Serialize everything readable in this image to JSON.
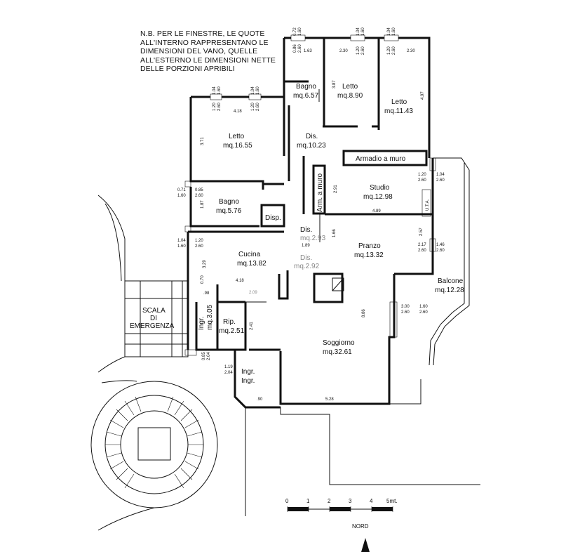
{
  "note": {
    "lines": [
      "N.B. PER LE FINESTRE, LE QUOTE",
      "ALL'INTERNO RAPPRESENTANO LE",
      "DIMENSIONI DEL VANO, QUELLE",
      "ALL'ESTERNO LE DIMENSIONI NETTE",
      "DELLE PORZIONI APRIBILI"
    ]
  },
  "rooms": {
    "bagno_top": {
      "name": "Bagno",
      "area": "mq.6.57"
    },
    "letto_mid": {
      "name": "Letto",
      "area": "mq.8.90"
    },
    "letto_right": {
      "name": "Letto",
      "area": "mq.11.43"
    },
    "letto_big": {
      "name": "Letto",
      "area": "mq.16.55"
    },
    "dis_top": {
      "name": "Dis.",
      "area": "mq.10.23"
    },
    "armadio": {
      "name": "Armadio a muro"
    },
    "arm_muro": {
      "name": "Arm. a muro"
    },
    "studio": {
      "name": "Studio",
      "area": "mq.12.98"
    },
    "bagno_small": {
      "name": "Bagno",
      "area": "mq.5.76"
    },
    "disp": {
      "name": "Disp."
    },
    "dis_mid": {
      "name": "Dis.",
      "area": "mq.2.93"
    },
    "cucina": {
      "name": "Cucina",
      "area": "mq.13.82"
    },
    "dis_low": {
      "name": "Dis.",
      "area": "mq.2.92"
    },
    "pranzo": {
      "name": "Pranzo",
      "area": "mq.13.32"
    },
    "balcone": {
      "name": "Balcone",
      "area": "mq.12.28"
    },
    "ingr_vert": {
      "name": "Ingr.",
      "area": "mq.3.05"
    },
    "rip": {
      "name": "Rip.",
      "area": "mq.2.51"
    },
    "soggiorno": {
      "name": "Soggiorno",
      "area": "mq.32.61"
    },
    "ingr_a": {
      "name": "Ingr."
    },
    "ingr_b": {
      "name": "Ingr."
    },
    "scala": {
      "line1": "SCALA",
      "line2": "DI",
      "line3": "EMERGENZA"
    }
  },
  "dimensions": {
    "d0_72": "0.72",
    "d1_60a": "1.60",
    "d0_86": "0.86",
    "d2_60a": "2.60",
    "d1_63": "1.63",
    "d1_04a": "1.04",
    "d1_60b": "1.60",
    "d2_30a": "2.30",
    "d1_20a": "1.20",
    "d2_60b": "2.60",
    "d1_04b": "1.04",
    "d1_60c": "1.60",
    "d1_20b": "1.20",
    "d2_60c": "2.60",
    "d2_30b": "2.30",
    "d3_87": "3.87",
    "d4_97": "4.97",
    "d1_04c": "1.04",
    "d1_60d": "1.60",
    "d1_04d": "1.04",
    "d1_60e": "1.60",
    "d1_20c": "1.20",
    "d2_60d": "2.60",
    "d4_18a": "4.18",
    "d1_20d": "1.20",
    "d2_60e": "2.60",
    "d3_71": "3.71",
    "d1_20e": "1.20",
    "d2_60f": "2.60",
    "d1_04e": "1.04",
    "d2_60g": "2.60",
    "d0_71": "0.71",
    "d1_60f": "1.60",
    "d0_85": "0.85",
    "d2_60h": "2.60",
    "d1_87": "1.87",
    "d2_91": "2.91",
    "d4_89": "4.89",
    "uta": "U.T.A.",
    "d2_57": "2.57",
    "d1_04f": "1.04",
    "d1_60g": "1.60",
    "d1_20f": "1.20",
    "d2_60i": "2.60",
    "d1_66": "1.66",
    "d1_89": "1.89",
    "d2_17": "2.17",
    "d2_60j": "2.60",
    "d1_46": "1.46",
    "d2_60k": "2.60",
    "d3_29": "3.29",
    "d4_18b": "4.18",
    "d0_70": "0.70",
    "d98": ".98",
    "d2_09": "2.09",
    "d3_00": "3.00",
    "d2_60l": "2.60",
    "d1_60h": "1.60",
    "d2_60m": "2.60",
    "d8_86": "8.86",
    "d2_41": "2.41",
    "d0_85b": "0.85",
    "d2_04a": "2.04",
    "d1_19": "1.19",
    "d2_04b": "2.04",
    "d90": ".90",
    "d5_28": "5.28"
  },
  "scale": {
    "ticks": [
      "0",
      "1",
      "2",
      "3",
      "4",
      "5mt."
    ],
    "north": "NORD"
  }
}
